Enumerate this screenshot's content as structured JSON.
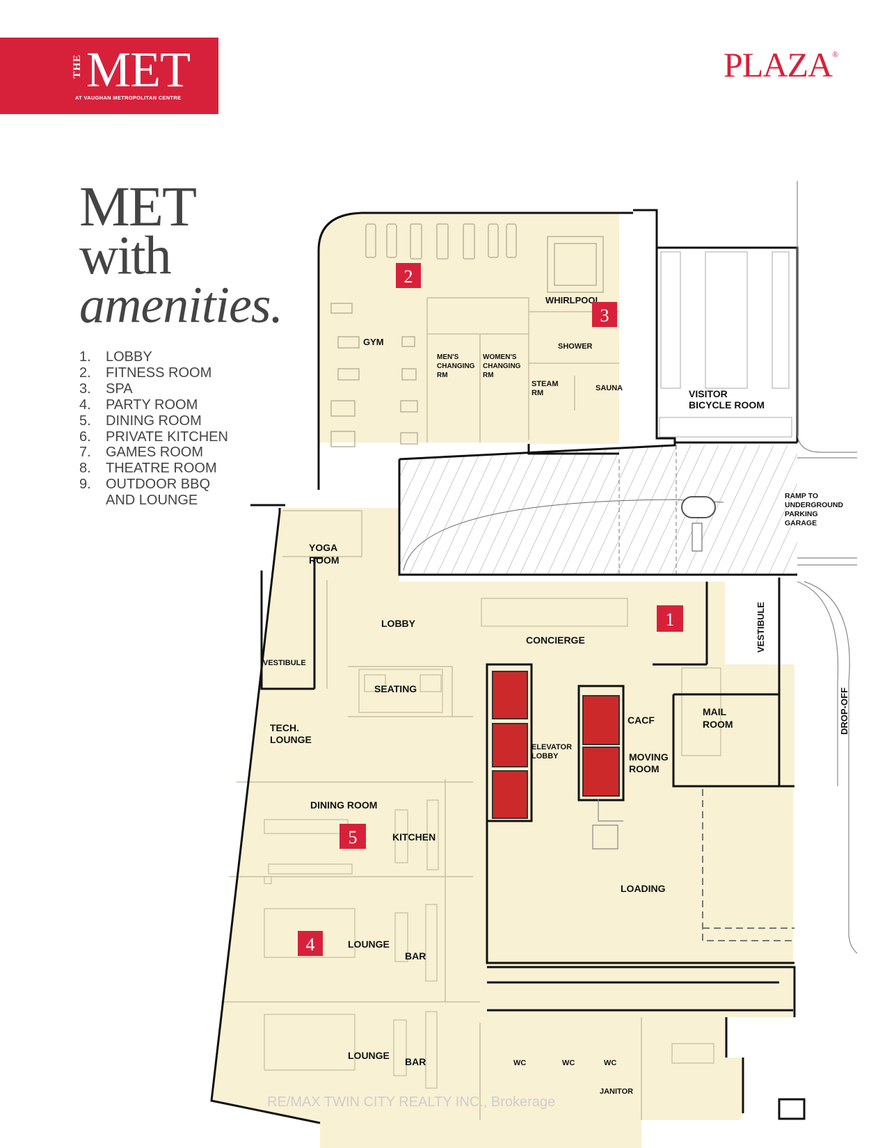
{
  "brand": {
    "logo_the": "THE",
    "logo_met": "MET",
    "logo_sub": "AT VAUGHAN METROPOLITAN CENTRE",
    "plaza": "PLAZA",
    "plaza_mark": "®"
  },
  "headline": {
    "line1": "MET",
    "line2": "with",
    "line3": "amenities."
  },
  "legend": [
    {
      "num": "1.",
      "label": "LOBBY"
    },
    {
      "num": "2.",
      "label": "FITNESS ROOM"
    },
    {
      "num": "3.",
      "label": "SPA"
    },
    {
      "num": "4.",
      "label": "PARTY ROOM"
    },
    {
      "num": "5.",
      "label": "DINING ROOM"
    },
    {
      "num": "6.",
      "label": "PRIVATE KITCHEN"
    },
    {
      "num": "7.",
      "label": "GAMES ROOM"
    },
    {
      "num": "8.",
      "label": "THEATRE ROOM"
    },
    {
      "num": "9.",
      "label": "OUTDOOR BBQ"
    },
    {
      "num": "",
      "label": "AND LOUNGE"
    }
  ],
  "plan": {
    "gym": "GYM",
    "mens_1": "MEN'S",
    "mens_2": "CHANGING",
    "mens_3": "RM",
    "womens_1": "WOMEN'S",
    "womens_2": "CHANGING",
    "womens_3": "RM",
    "whirlpool": "WHIRLPOOL",
    "shower": "SHOWER",
    "steam_1": "STEAM",
    "steam_2": "RM",
    "sauna": "SAUNA",
    "visitor_1": "VISITOR",
    "visitor_2": "BICYCLE ROOM",
    "ramp_1": "RAMP TO",
    "ramp_2": "UNDERGROUND",
    "ramp_3": "PARKING",
    "ramp_4": "GARAGE",
    "yoga_1": "YOGA",
    "yoga_2": "ROOM",
    "lobby": "LOBBY",
    "concierge": "CONCIERGE",
    "vestibule_right": "VESTIBULE",
    "vestibule_left": "VESTIBULE",
    "seating": "SEATING",
    "tech_1": "TECH.",
    "tech_2": "LOUNGE",
    "elevator_1": "ELEVATOR",
    "elevator_2": "LOBBY",
    "cacf": "CACF",
    "mail_1": "MAIL",
    "mail_2": "ROOM",
    "moving_1": "MOVING",
    "moving_2": "ROOM",
    "drop_off": "DROP-OFF",
    "dining_room": "DINING ROOM",
    "kitchen": "KITCHEN",
    "loading": "LOADING",
    "lounge_1": "LOUNGE",
    "bar_1": "BAR",
    "lounge_2": "LOUNGE",
    "bar_2": "BAR",
    "wc_1": "WC",
    "wc_2": "WC",
    "wc_3": "WC",
    "janitor": "JANITOR"
  },
  "markers": [
    "1",
    "2",
    "3",
    "4",
    "5"
  ],
  "watermark": "RE/MAX TWIN CITY REALTY INC., Brokerage",
  "colors": {
    "brand_red": "#d7213b",
    "floor_fill": "#f8f1d4",
    "elevator_red": "#cc2a2a",
    "wall": "#111111"
  }
}
